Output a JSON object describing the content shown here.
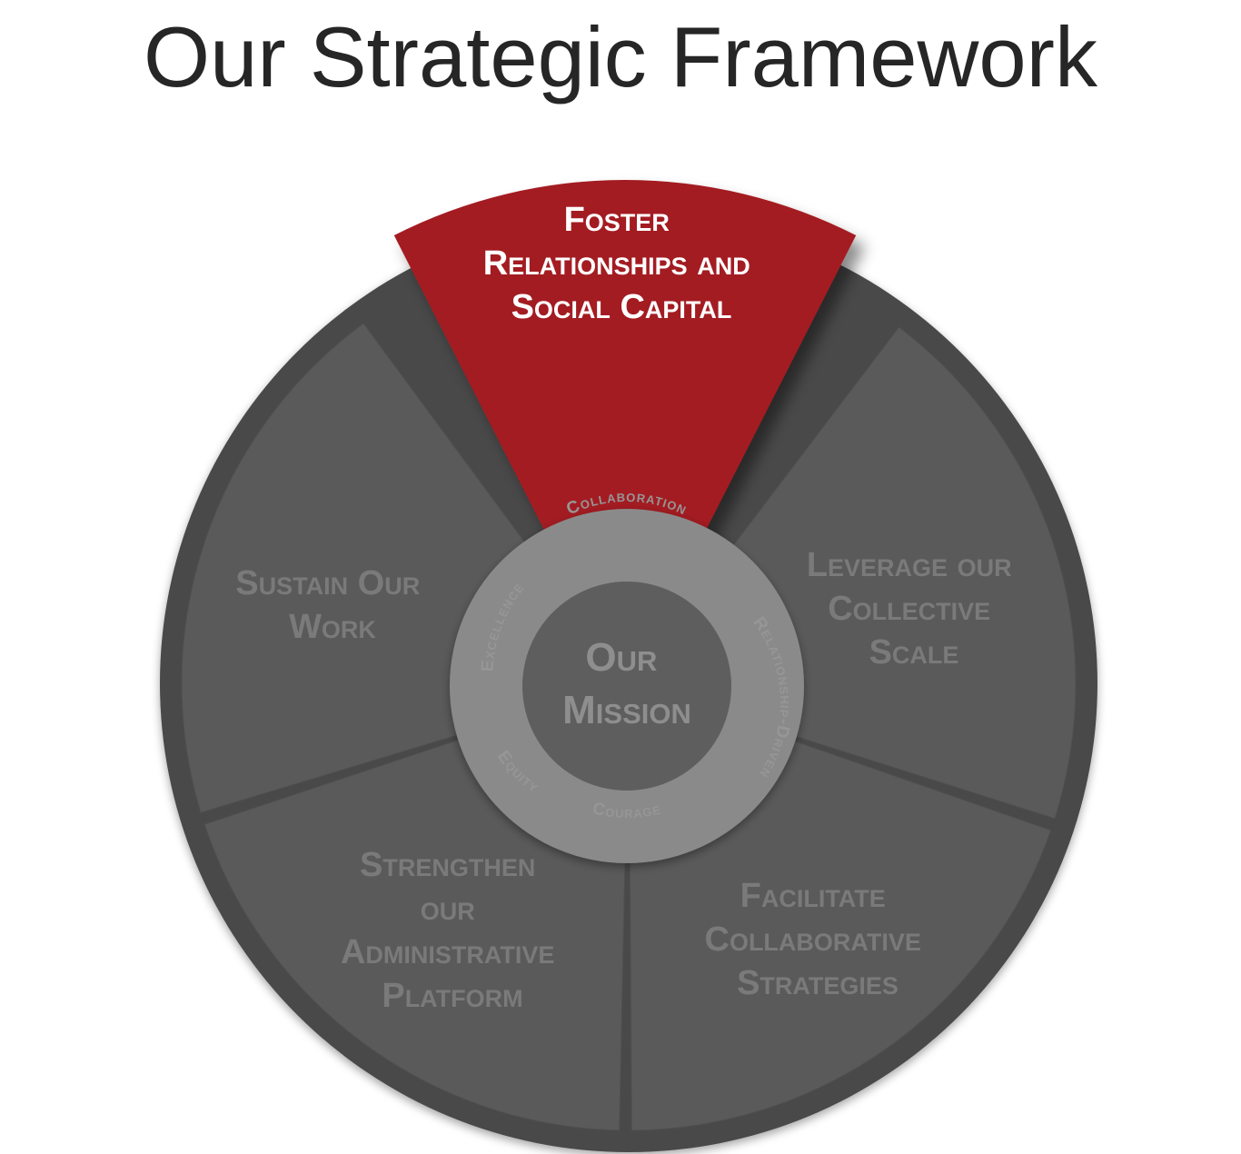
{
  "title": "Our Strategic Framework",
  "colors": {
    "outer_ring": "#4a4a4a",
    "segment": "#5a5a5a",
    "segment_dim_text": "#7a7a7a",
    "highlight": "#a31e24",
    "highlight_text": "#ffffff",
    "values_ring": "#8a8a8a",
    "mission_core": "#5e5e5e"
  },
  "framework": {
    "center": {
      "lines": [
        "Our",
        "Mission"
      ]
    },
    "values": [
      "Collaboration",
      "Relationship-Driven",
      "Courage",
      "Equity",
      "Excellence"
    ],
    "segments": [
      {
        "id": "foster",
        "lines": [
          "Foster",
          "Relationships and",
          "Social Capital"
        ],
        "highlighted": true
      },
      {
        "id": "leverage",
        "lines": [
          "Leverage our",
          "Collective",
          "Scale"
        ],
        "highlighted": false
      },
      {
        "id": "facilitate",
        "lines": [
          "Facilitate",
          "Collaborative",
          "Strategies"
        ],
        "highlighted": false
      },
      {
        "id": "strengthen",
        "lines": [
          "Strengthen",
          "our",
          "Administrative",
          "Platform"
        ],
        "highlighted": false
      },
      {
        "id": "sustain",
        "lines": [
          "Sustain Our",
          "Work"
        ],
        "highlighted": false
      }
    ]
  }
}
